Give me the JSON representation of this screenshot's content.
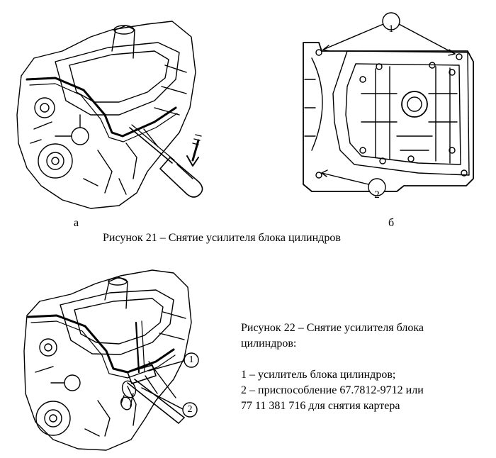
{
  "figure21": {
    "sublabel_a": "а",
    "sublabel_b": "б",
    "caption": "Рисунок 21 – Снятие усилителя блока цилиндров",
    "callouts": [
      "1",
      "2"
    ]
  },
  "figure22": {
    "caption_line1": "Рисунок 22 – Снятие усилителя блока",
    "caption_line2": "цилиндров:",
    "legend": [
      "1 – усилитель блока цилиндров;",
      "2 – приспособление 67.7812-9712 или",
      "77 11 381 716 для снятия картера"
    ],
    "callouts": [
      "1",
      "2"
    ]
  }
}
